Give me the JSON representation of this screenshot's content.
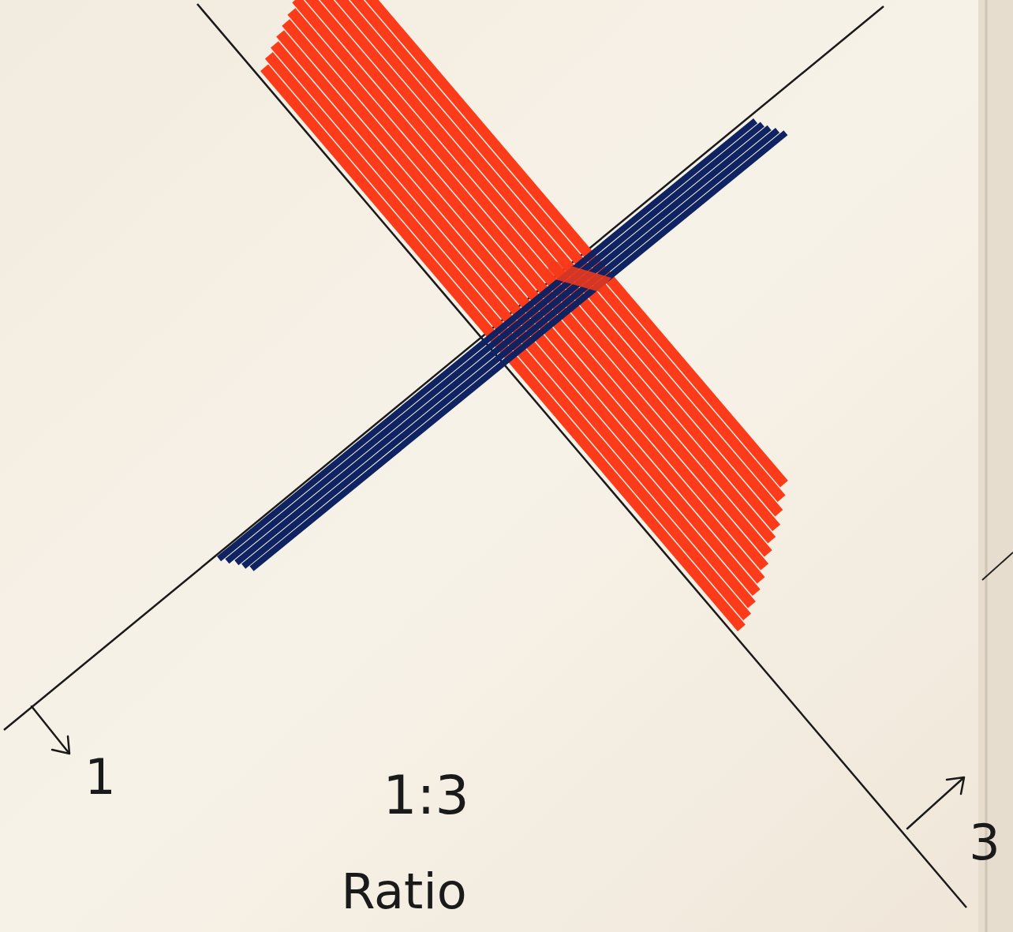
{
  "diagram": {
    "labels": [
      "1",
      "1:3",
      "3",
      "Ratio"
    ]
  }
}
